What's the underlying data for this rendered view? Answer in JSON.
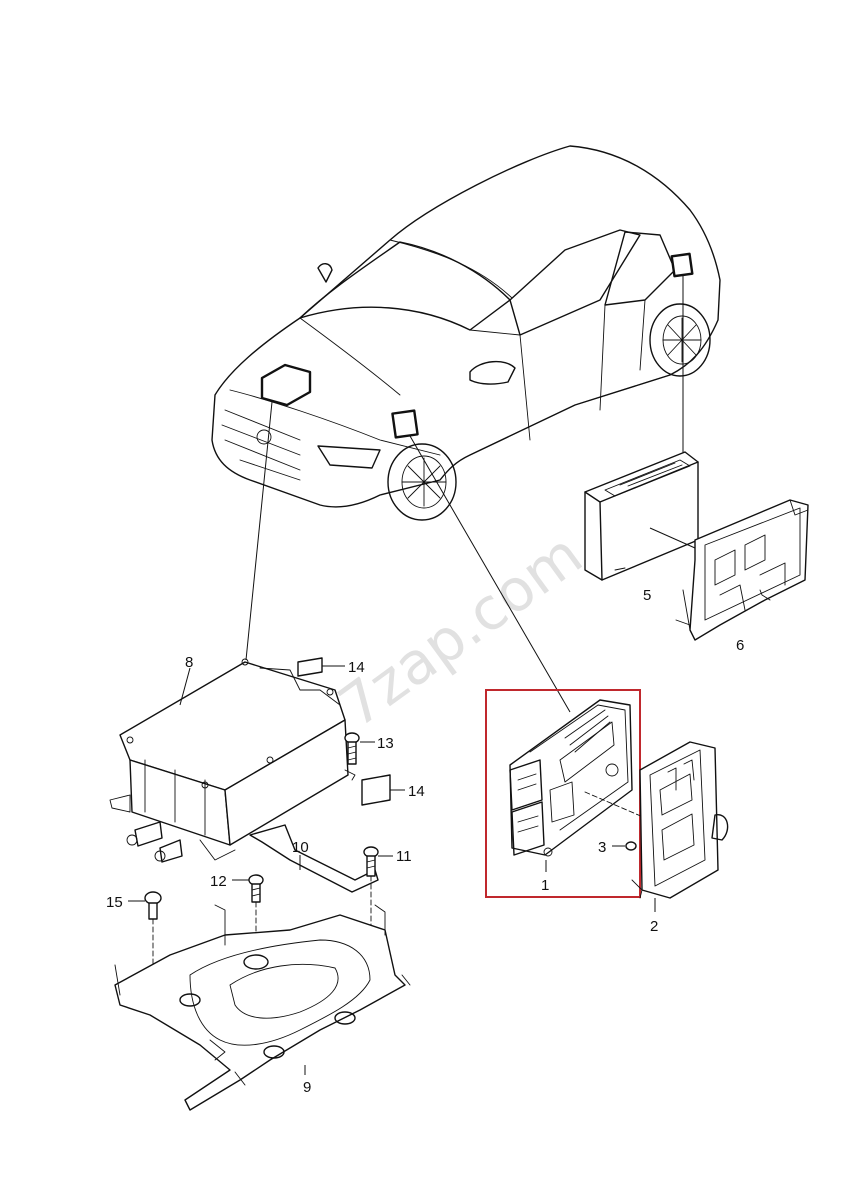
{
  "diagram": {
    "watermark": "7zap.com",
    "callouts": {
      "c1": "1",
      "c2": "2",
      "c3": "3",
      "c5": "5",
      "c6": "6",
      "c8": "8",
      "c9": "9",
      "c10": "10",
      "c11": "11",
      "c12": "12",
      "c13": "13",
      "c14a": "14",
      "c14b": "14",
      "c15": "15"
    },
    "colors": {
      "line": "#111111",
      "highlight": "#c0282d",
      "background": "#ffffff",
      "watermark": "#bdbdbd"
    },
    "icons": [
      "car-outline-icon",
      "location-marker-icon"
    ]
  }
}
